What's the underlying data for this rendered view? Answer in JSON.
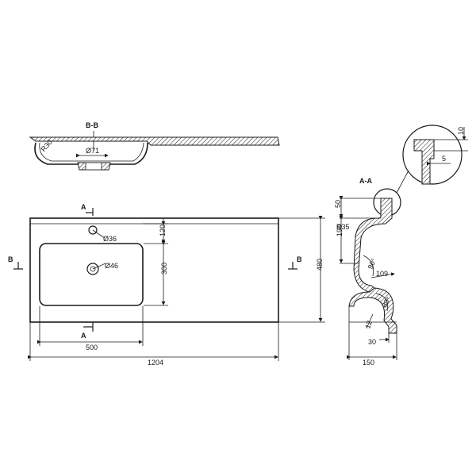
{
  "section_bb": {
    "title": "B-B",
    "d71": "Ø71",
    "r30": "R30"
  },
  "top_view": {
    "marker_a_top": "A",
    "marker_a_bottom": "A",
    "marker_b_left": "B",
    "marker_b_right": "B",
    "d36": "Ø36",
    "d46": "Ø46",
    "dim_120": "120",
    "dim_300": "300",
    "dim_480": "480",
    "dim_500": "500",
    "dim_1204": "1204"
  },
  "section_aa": {
    "title": "A-A",
    "dim_10": "10",
    "dim_5": "5",
    "dim_50": "50",
    "dim_190": "190",
    "r35": "R35",
    "a90": "90°",
    "dim_109": "109",
    "a80": "80°",
    "dim_12": "12",
    "dim_30": "30",
    "dim_150": "150"
  },
  "colors": {
    "line": "#1a1a1a",
    "background": "#ffffff"
  }
}
